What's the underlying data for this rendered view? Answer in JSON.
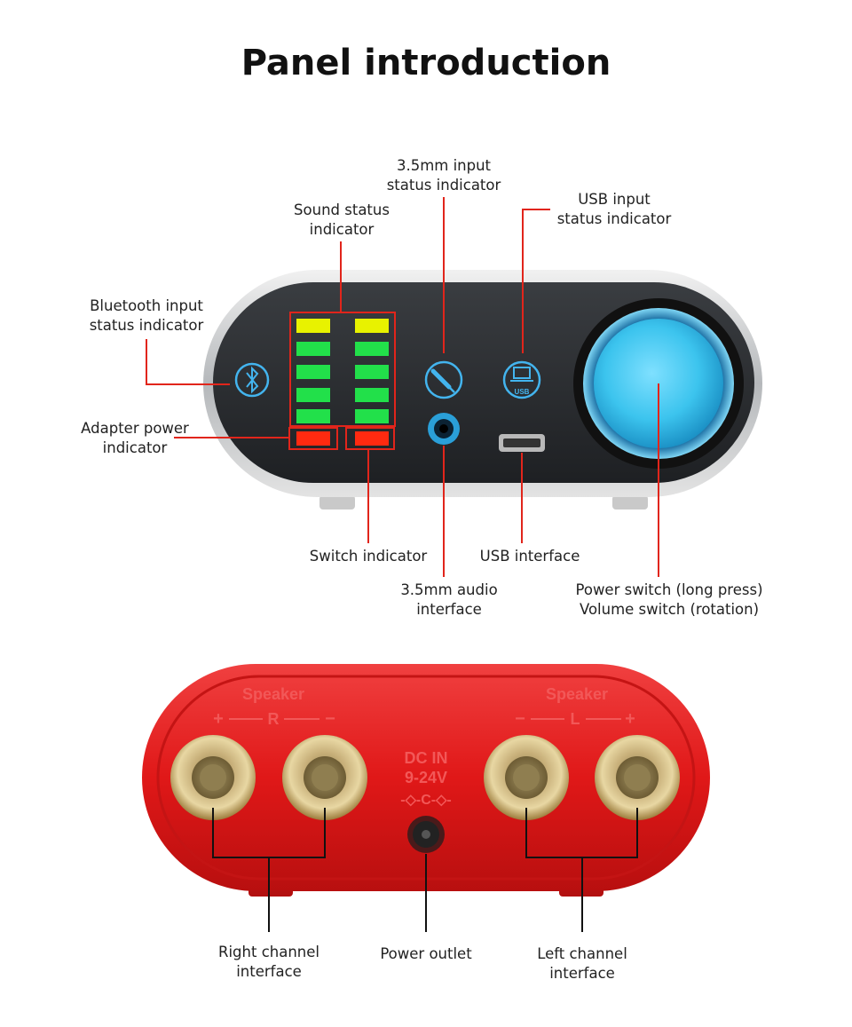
{
  "title": "Panel introduction",
  "front_panel": {
    "labels": {
      "mm35_input": [
        "3.5mm input",
        "status indicator"
      ],
      "sound_status": [
        "Sound status",
        "indicator"
      ],
      "usb_input": [
        "USB input",
        "status indicator"
      ],
      "bluetooth_input": [
        "Bluetooth input",
        "status indicator"
      ],
      "adapter_power": [
        "Adapter power",
        "indicator"
      ],
      "switch_indicator": "Switch indicator",
      "usb_interface": "USB interface",
      "mm35_audio": [
        "3.5mm audio",
        "interface"
      ],
      "power_switch": [
        "Power switch (long press)",
        "Volume switch (rotation)"
      ]
    },
    "usb_icon_text": "USB",
    "icons": [
      "bluetooth-icon",
      "audio-jack-icon",
      "usb-laptop-icon"
    ],
    "colors": {
      "callout": "#e1251b",
      "led_yellow": "#e8f200",
      "led_green": "#22e04a",
      "led_red": "#ff2a10",
      "knob": "#3cc4ee",
      "icon_ring": "#43b4ee"
    }
  },
  "rear_panel": {
    "speaker_right": {
      "title": "Speaker",
      "plus": "+",
      "channel": "R",
      "minus": "−"
    },
    "speaker_left": {
      "title": "Speaker",
      "minus": "−",
      "channel": "L",
      "plus": "+"
    },
    "dc_in": [
      "DC IN",
      "9-24V"
    ],
    "polarity": "-◇-C-◇-",
    "labels": {
      "right_channel": [
        "Right channel",
        "interface"
      ],
      "power_outlet": "Power outlet",
      "left_channel": [
        "Left channel",
        "interface"
      ]
    },
    "colors": {
      "body": "#e21a1a",
      "terminal": "#c8a860"
    }
  }
}
